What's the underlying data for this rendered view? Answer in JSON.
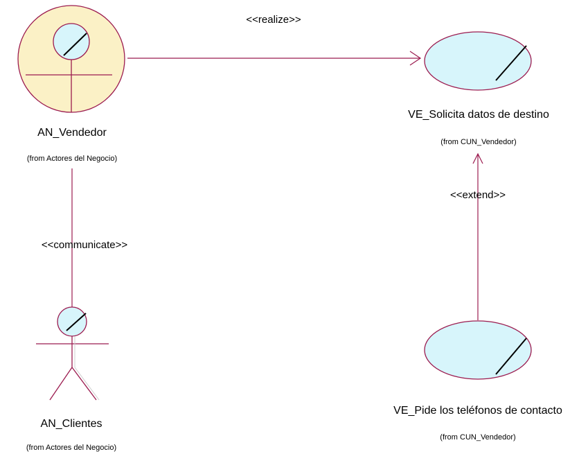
{
  "diagram": {
    "colors": {
      "outline": "#9b1b4f",
      "worker_fill": "#fbf1c6",
      "ellipse_fill": "#d7f5fb",
      "stroke_line": "#000000"
    },
    "nodes": {
      "vendedor": {
        "name": "AN_Vendedor",
        "from": "(from Actores del Negocio)",
        "kind": "business-worker"
      },
      "clientes": {
        "name": "AN_Clientes",
        "from": "(from Actores del Negocio)",
        "kind": "business-actor"
      },
      "solicita": {
        "name": "VE_Solicita datos de destino",
        "from": "(from CUN_Vendedor)",
        "kind": "business-use-case"
      },
      "pide": {
        "name": "VE_Pide los teléfonos de contacto",
        "from": "(from CUN_Vendedor)",
        "kind": "business-use-case"
      }
    },
    "relations": {
      "realize": {
        "stereotype": "<<realize>>",
        "from": "AN_Vendedor",
        "to": "VE_Solicita datos de destino"
      },
      "communicate": {
        "stereotype": "<<communicate>>",
        "from": "AN_Clientes",
        "to": "AN_Vendedor"
      },
      "extend": {
        "stereotype": "<<extend>>",
        "from": "VE_Pide los teléfonos de contacto",
        "to": "VE_Solicita datos de destino"
      }
    }
  }
}
